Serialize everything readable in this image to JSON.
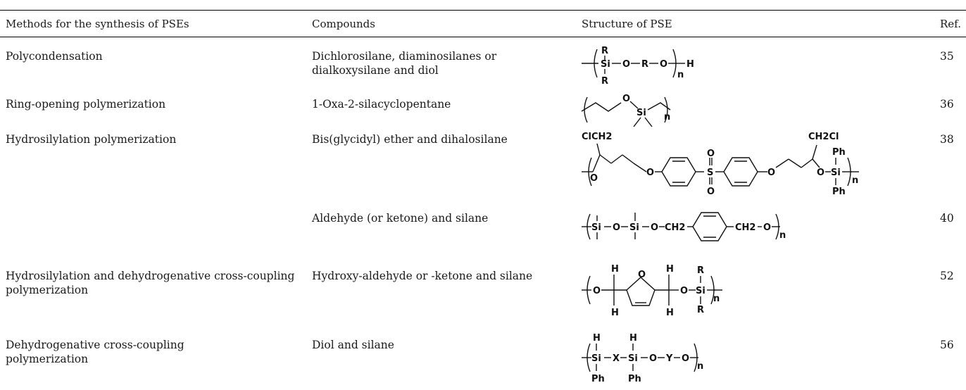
{
  "table": {
    "headers": [
      "Methods for the synthesis of PSEs",
      "Compounds",
      "Structure of PSE",
      "Ref."
    ],
    "rows": [
      {
        "method": "Polycondensation",
        "compounds": "Dichlorosilane, diaminosilanes or dialkoxysilane and diol",
        "ref": "35"
      },
      {
        "method": "Ring-opening polymerization",
        "compounds": "1-Oxa-2-silacyclopentane",
        "ref": "36"
      },
      {
        "method": "Hydrosilylation polymerization",
        "compounds": "Bis(glycidyl) ether and dihalosilane",
        "ref": "38"
      },
      {
        "method": "",
        "compounds": "Aldehyde (or ketone) and silane",
        "ref": "40"
      },
      {
        "method": "Hydrosilylation and dehydrogenative cross-coupling polymerization",
        "compounds": "Hydroxy-aldehyde or -ketone and silane",
        "ref": "52"
      },
      {
        "method": "Dehydrogenative cross-coupling polymerization",
        "compounds": "Diol and silane",
        "ref": "56"
      }
    ]
  },
  "structures": {
    "s1": {
      "r_top": "R",
      "si": "Si",
      "o1": "O",
      "r_mid": "R",
      "o2": "O",
      "h": "H",
      "n": "n",
      "r_bot": "R"
    },
    "s2": {
      "o": "O",
      "si": "Si",
      "n": "n"
    },
    "s3": {
      "clch2": "ClCH2",
      "ch2cl": "CH2Cl",
      "o_left": "O",
      "o_ar1": "O",
      "s": "S",
      "so_top": "O",
      "so_bot": "O",
      "o_ar2": "O",
      "o_right": "O",
      "si": "Si",
      "ph_top": "Ph",
      "ph_bot": "Ph",
      "n": "n"
    },
    "s4": {
      "si1": "Si",
      "o1": "O",
      "si2": "Si",
      "o2": "O",
      "ch2_left": "CH2",
      "ch2o": "CH2",
      "o3": "O",
      "n": "n"
    },
    "s5": {
      "o1": "O",
      "h1": "H",
      "h2": "H",
      "o_ring": "O",
      "h3": "H",
      "h4": "H",
      "o2": "O",
      "si": "Si",
      "r_top": "R",
      "r_bot": "R",
      "n": "n"
    },
    "s6": {
      "h1": "H",
      "si1": "Si",
      "x": "X",
      "h2": "H",
      "si2": "Si",
      "o1": "O",
      "y": "Y",
      "o2": "O",
      "ph1": "Ph",
      "ph2": "Ph",
      "n": "n"
    }
  }
}
